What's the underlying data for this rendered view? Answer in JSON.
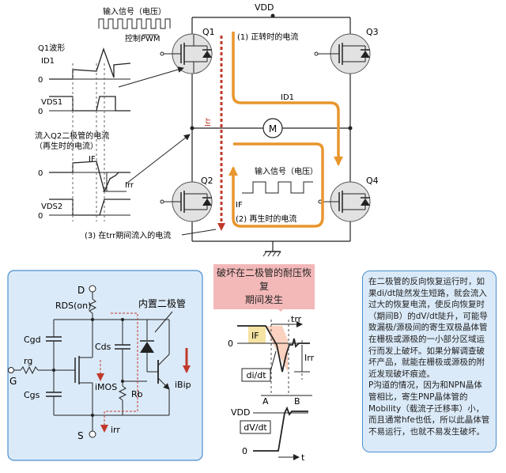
{
  "top": {
    "vdd": "VDD",
    "input_signal": "输入信号（电压）",
    "pwm_control": "控制PWM",
    "q1_waveform_title": "Q1波形",
    "id1": "ID1",
    "vds1": "VDS1",
    "q2_diode_current_title_1": "流入Q2二极管的电流",
    "q2_diode_current_title_2": "（再生时的电流）",
    "if_label": "IF",
    "irr_label": "Irr",
    "vds2": "VDS2",
    "zero": "0",
    "q1": "Q1",
    "q2": "Q2",
    "q3": "Q3",
    "q4": "Q4",
    "forward_current": "(1) 正转时的电流",
    "id1_arrow": "ID1",
    "irr_vertical": "Irr",
    "motor": "M",
    "input_signal_2": "输入信号（电压）",
    "if_regen": "IF",
    "regen_current": "(2) 再生时的电流",
    "trr_current": "(3) 在trr期间流入的电流"
  },
  "circuit": {
    "d": "D",
    "rds": "RDS(on)",
    "body_diode": "内置二极管",
    "cgd": "Cgd",
    "cds": "Cds",
    "rg": "rg",
    "g": "G",
    "cgs": "Cgs",
    "imos": "iMOS",
    "rb": "Rb",
    "ibip": "iBip",
    "s": "S",
    "irr": "irr"
  },
  "banner": {
    "line1": "破坏在二极管的耐压恢复",
    "line2": "期间发生"
  },
  "recovery": {
    "trr": "trr",
    "if": "IF",
    "zero1": "0",
    "irr": "Irr",
    "didt": "di/dt",
    "a": "A",
    "b": "B",
    "vdd": "VDD",
    "dvdt": "dV/dt",
    "zero2": "0",
    "t": "t"
  },
  "note": {
    "p1": "在二极管的反向恢复运行时，如果di/dt陡然发生短路，就会流入过大的恢复电流，使反向恢复时（期间B）的dV/dt陡升，可能导致漏极/源极间的寄生双极晶体管在栅极或源极的一小部分区域运行而发上破坏。如果分解调查破坏产品，就能在栅极或源极的附近发现破坏痕迹。",
    "p2": "P沟道的情况，因为和NPN晶体管相比，寄生PNP晶体管的Mobility（载流子迁移率）小，而且通常hfe也低，所以此晶体管不易运行，也就不易发生破坏。"
  },
  "colors": {
    "orange": "#e8962e",
    "red_dash": "#c0392b",
    "panel_blue": "#dbeaf8",
    "panel_border": "#4a8fd0",
    "banner_pink": "#f3b8b8",
    "peach": "#fbd2bf",
    "if_yellow": "#f5e3a3"
  }
}
